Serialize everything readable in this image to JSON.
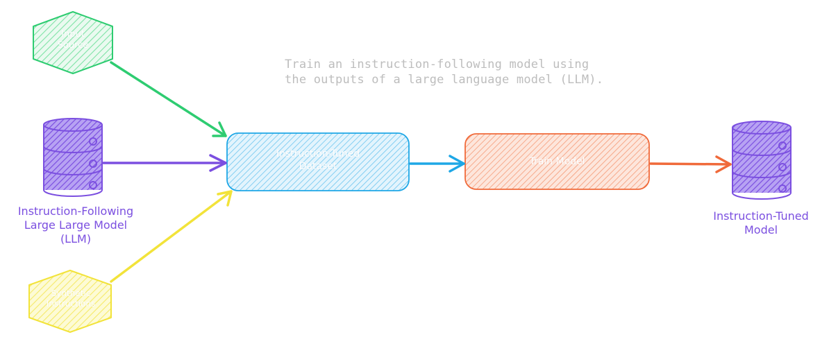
{
  "caption": "Train an instruction-following model using the outputs of a large language model (LLM).",
  "nodes": {
    "seed_source": {
      "label_line1": "Input",
      "label_line2": "Source"
    },
    "llm": {
      "label_line1": "Instruction-Following",
      "label_line2": "Large Large Model",
      "label_line3": "(LLM)"
    },
    "synthetic": {
      "label_line1": "Synthetic",
      "label_line2": "Instructions"
    },
    "dataset": {
      "label_line1": "Instruction-Tuned",
      "label_line2": "Dataset"
    },
    "train": {
      "label": "Train Model"
    },
    "tuned_model": {
      "label_line1": "Instruction-Tuned",
      "label_line2": "Model"
    }
  },
  "colors": {
    "green": "#2ecc71",
    "purple": "#7b4fe0",
    "yellow": "#f2e33a",
    "blue": "#1ea7e6",
    "orange": "#f06a3a",
    "caption_gray": "#bdbdbd"
  }
}
